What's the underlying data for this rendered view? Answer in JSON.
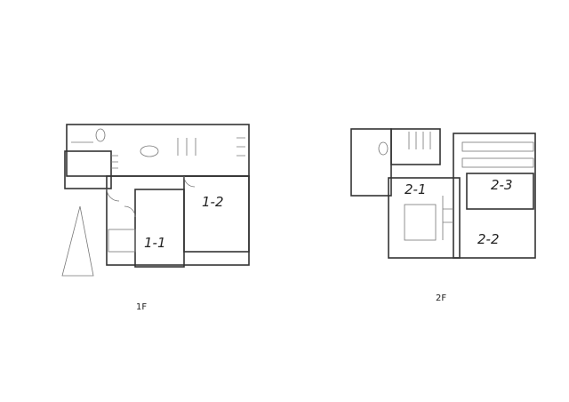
{
  "floor1": {
    "label": "1F",
    "rooms": [
      "1-1",
      "1-2"
    ]
  },
  "floor2": {
    "label": "2F",
    "rooms": [
      "2-1",
      "2-2",
      "2-3"
    ]
  }
}
